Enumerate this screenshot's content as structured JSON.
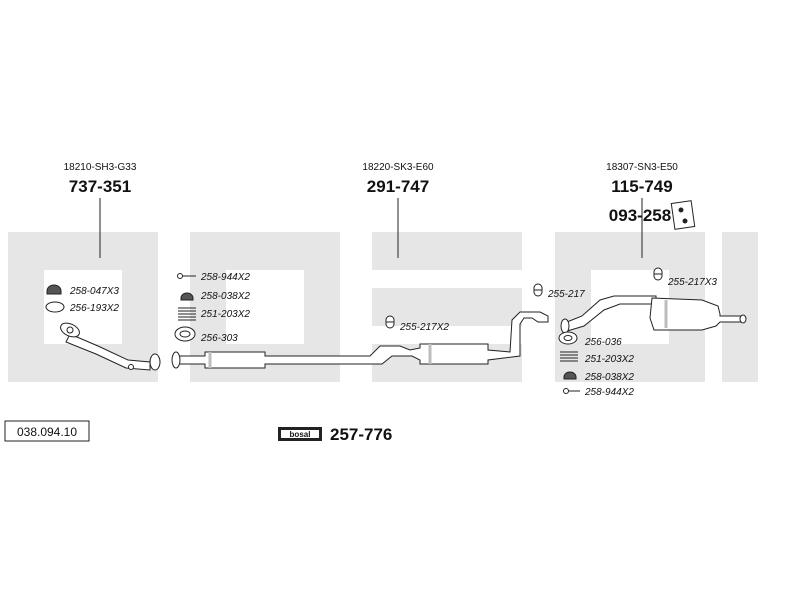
{
  "diagram": {
    "reference_number": "038.094.10",
    "watermark": "bosal",
    "assemblies": [
      {
        "oem": "18210-SH3-G33",
        "part": "737-351"
      },
      {
        "oem": "18220-SK3-E60",
        "part": "291-747"
      },
      {
        "oem": "18307-SN3-E50",
        "part": "115-749"
      }
    ],
    "bracket_part": "093-258",
    "mounting_kit": {
      "logo": "bosal",
      "part": "257-776"
    },
    "small_parts": {
      "front_clamp": "258-047X3",
      "front_gasket": "256-193X2",
      "bolt_front": "258-944X2",
      "nut_front": "258-038X2",
      "spring_front": "251-203X2",
      "ring_front": "256-303",
      "hanger_mid": "255-217X2",
      "hanger_rear_pipe": "255-217",
      "hanger_rear": "255-217X3",
      "ring_rear": "256-036",
      "spring_rear": "251-203X2",
      "nut_rear": "258-038X2",
      "bolt_rear": "258-944X2"
    },
    "colors": {
      "line": "#222222",
      "watermark": "#e6e6e6",
      "part_fill": "#ffffff",
      "shade": "#bdbdbd"
    }
  }
}
